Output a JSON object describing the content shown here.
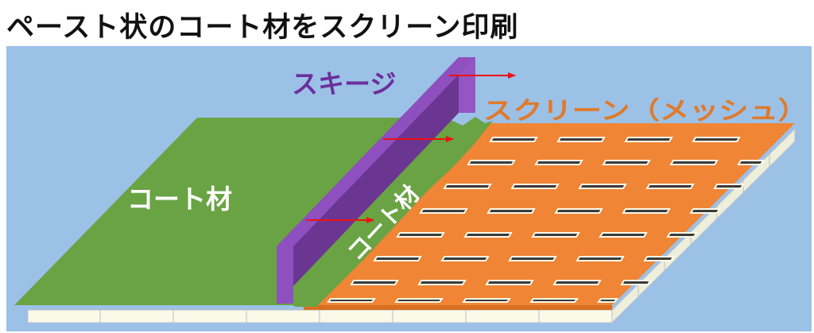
{
  "title": "ペースト状のコート材をスクリーン印刷",
  "labels": {
    "squeegee": "スキージ",
    "screen": "スクリーン（メッシュ）",
    "coating_printed": "コート材",
    "coating_paste": "コート材"
  },
  "colors": {
    "background": "#9cc1e7",
    "printed_coat": "#6aa344",
    "screen_mesh": "#ef8535",
    "squeegee": "#7b3fa3",
    "arrow": "#ee1111",
    "substrate": "#fafae8",
    "openings": "#3b3b3b"
  }
}
